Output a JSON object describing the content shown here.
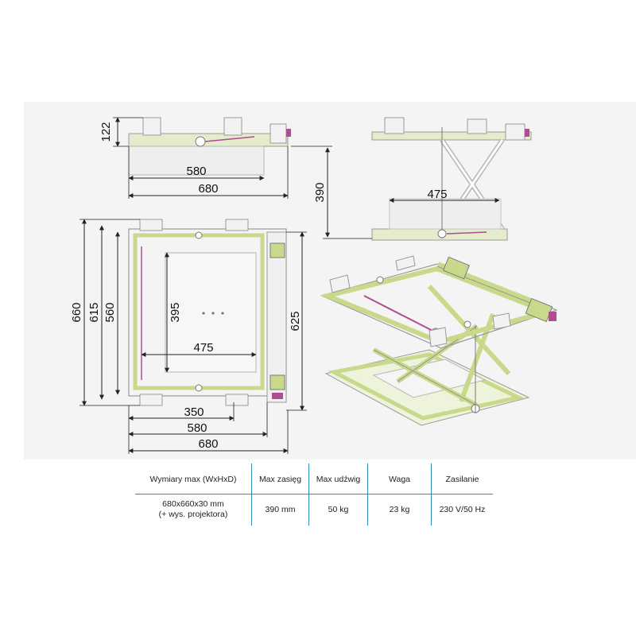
{
  "colors": {
    "frame_green": "#c9d98c",
    "outline": "#9a9a9a",
    "dimension_line": "#222222",
    "accent_magenta": "#b04c90",
    "table_rule": "#2e8fb8"
  },
  "dimensions": {
    "side_height": "122",
    "side_inner_width": "580",
    "side_outer_width": "680",
    "lift_height": "390",
    "front_width": "475",
    "top_outer_height": "660",
    "top_mid_height": "615",
    "top_inner_height": "560",
    "top_depth_right": "625",
    "top_slot_height": "395",
    "top_slot_width": "475",
    "bottom_350": "350",
    "bottom_580": "580",
    "bottom_680": "680"
  },
  "specs": {
    "headers": [
      "Wymiary max (WxHxD)",
      "Max zasięg",
      "Max udźwig",
      "Waga",
      "Zasilanie"
    ],
    "values_line1": [
      "680x660x30 mm",
      "390 mm",
      "50 kg",
      "23 kg",
      "230 V/50 Hz"
    ],
    "values_line2": [
      "(+ wys. projektora)",
      "",
      "",
      "",
      ""
    ]
  }
}
